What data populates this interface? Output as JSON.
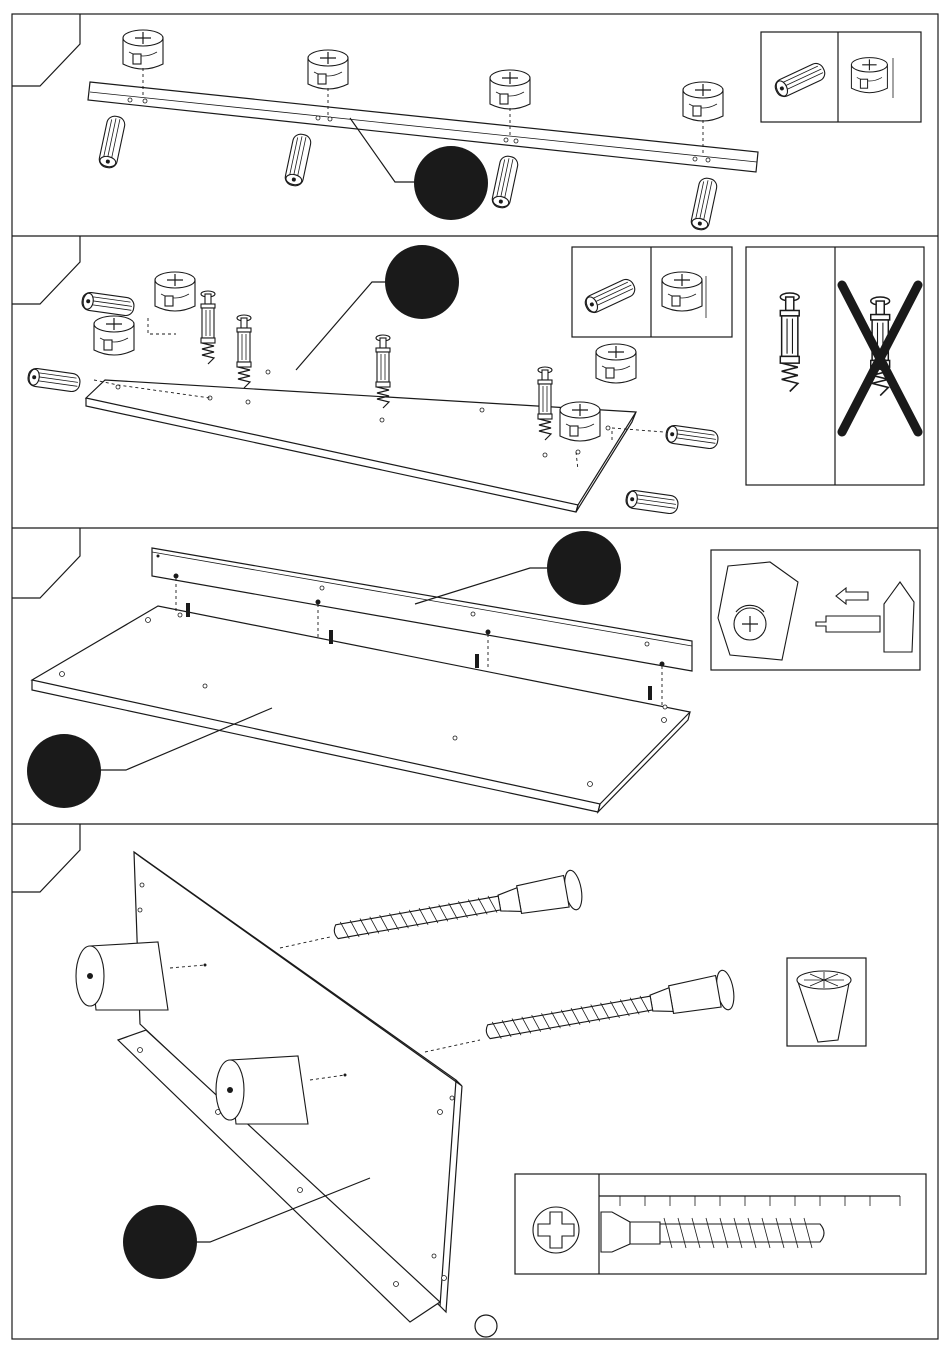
{
  "sheet": {
    "steps": [
      {
        "name": "step-1",
        "callouts": 1
      },
      {
        "name": "step-2",
        "callouts": 1
      },
      {
        "name": "step-3",
        "callouts": 2
      },
      {
        "name": "step-4",
        "callouts": 1
      }
    ],
    "icons": {
      "dowel": "wooden-dowel-icon",
      "cam_lock": "cam-lock-icon",
      "cam_bolt": "cam-bolt-icon",
      "screw": "confirmat-screw-icon",
      "leg": "conical-leg-icon",
      "wrong": "cross-mark-icon",
      "tighten": "screwdriver-rotate-icon",
      "push": "arrow-left-icon"
    },
    "colors": {
      "ink": "#1a1a1a",
      "paper": "#ffffff",
      "callout": "#1a1a1a"
    }
  }
}
